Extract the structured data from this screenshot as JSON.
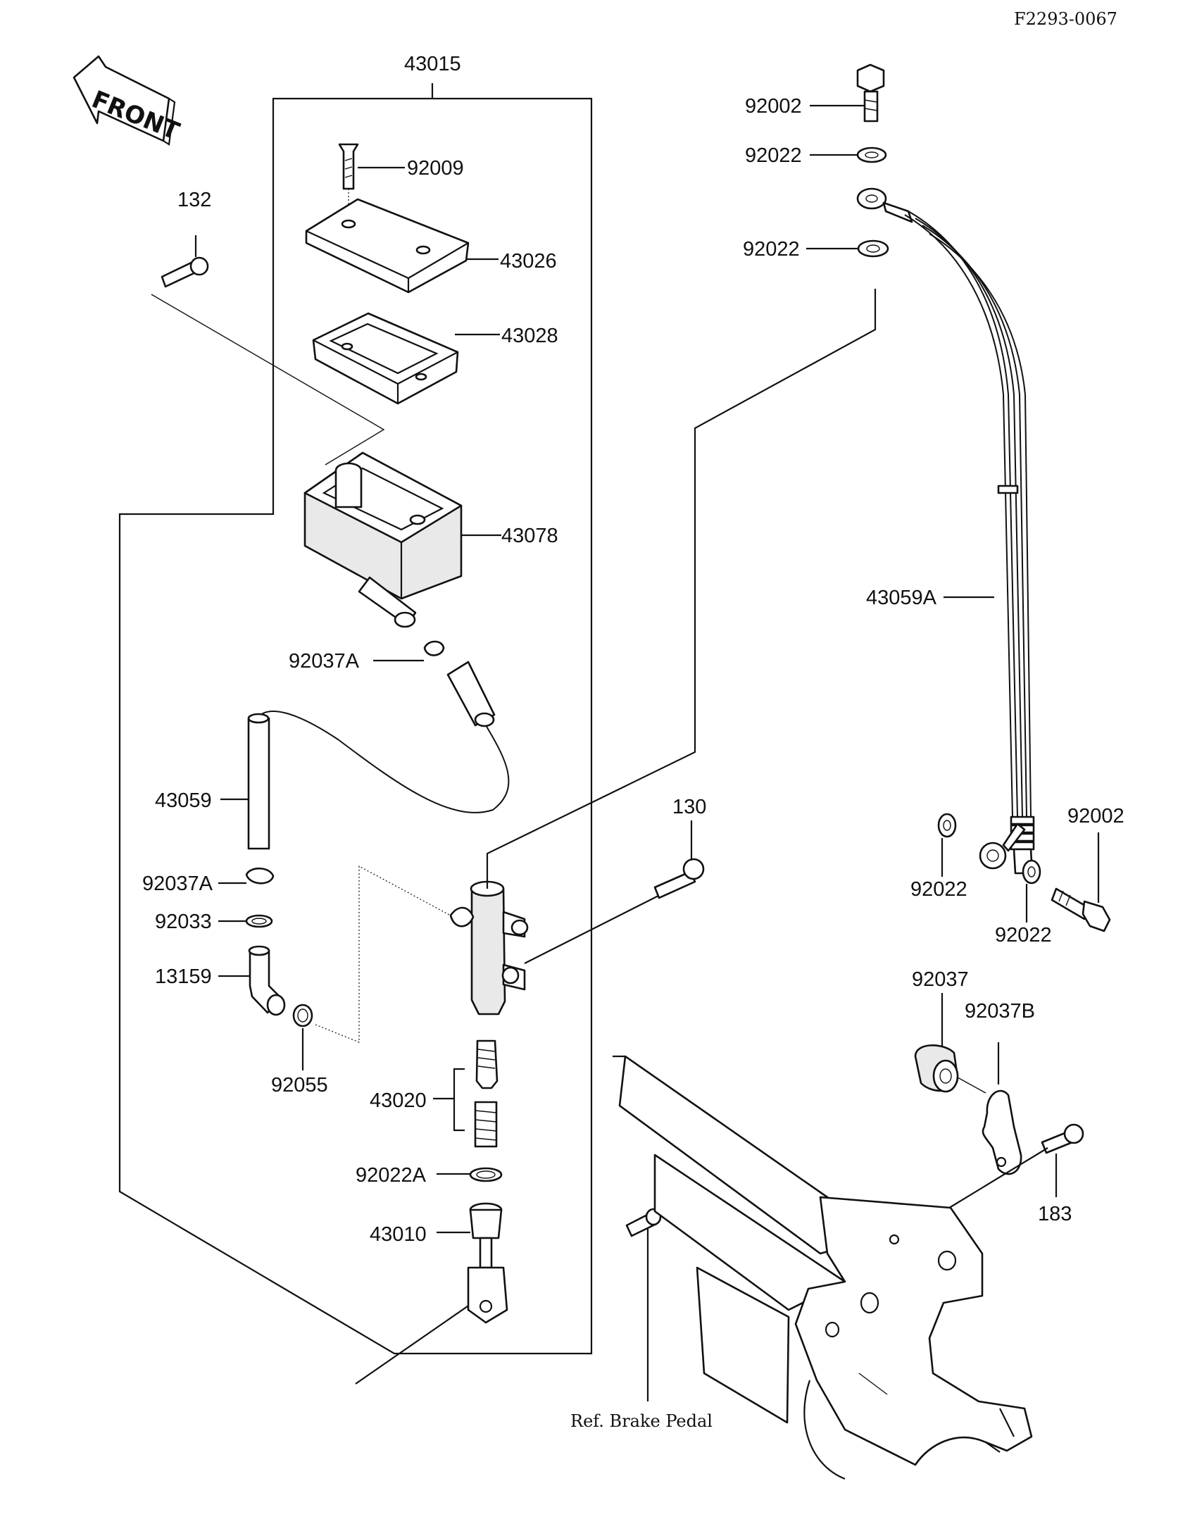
{
  "diagram": {
    "figure_code": "F2293-0067",
    "direction_label": "FRONT",
    "reference_note": "Ref. Brake Pedal",
    "callouts": {
      "c43015": "43015",
      "c92009": "92009",
      "c43026": "43026",
      "c43028": "43028",
      "c43078": "43078",
      "c132": "132",
      "c92037A_top": "92037A",
      "c43059": "43059",
      "c92037A_low": "92037A",
      "c92033": "92033",
      "c13159": "13159",
      "c92055": "92055",
      "c43020": "43020",
      "c92022A": "92022A",
      "c43010": "43010",
      "c130": "130",
      "c92002_top": "92002",
      "c92022_a": "92022",
      "c92022_b": "92022",
      "c43059A": "43059A",
      "c92002_right": "92002",
      "c92022_c": "92022",
      "c92022_d": "92022",
      "c92037": "92037",
      "c92037B": "92037B",
      "c183": "183"
    }
  }
}
